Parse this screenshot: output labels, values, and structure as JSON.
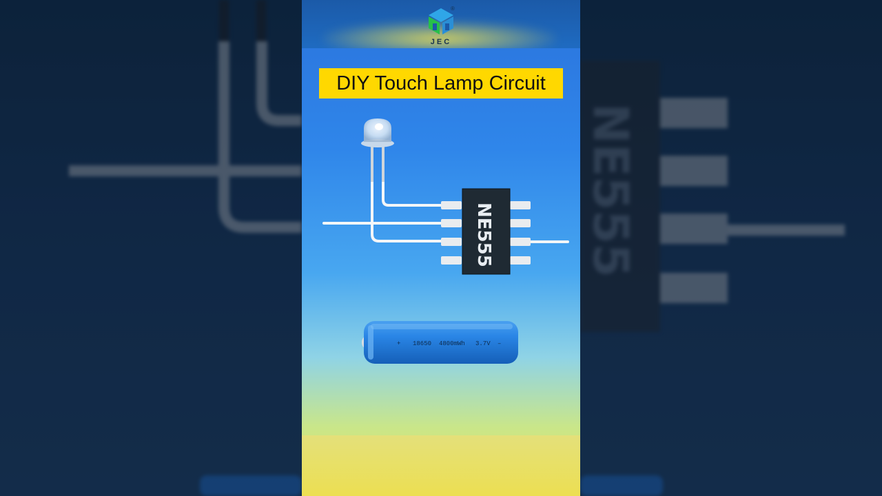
{
  "video": {
    "title": "DIY Touch Lamp Circuit",
    "brand": "JEC",
    "brand_mark": "®"
  },
  "ic": {
    "label": "NE555"
  },
  "battery": {
    "plus": "+",
    "model": "18650",
    "capacity": "4800mWh",
    "voltage": "3.7V",
    "minus": "–"
  },
  "colors": {
    "title_bg": "#ffd800",
    "ic_body": "#1f2a33",
    "battery_body": "#1e76d6",
    "wire": "#f4f6f8"
  },
  "icons": {
    "logo": "jec-logo-icon",
    "led": "led-icon",
    "ic": "ic-chip-icon",
    "battery": "battery-icon"
  }
}
